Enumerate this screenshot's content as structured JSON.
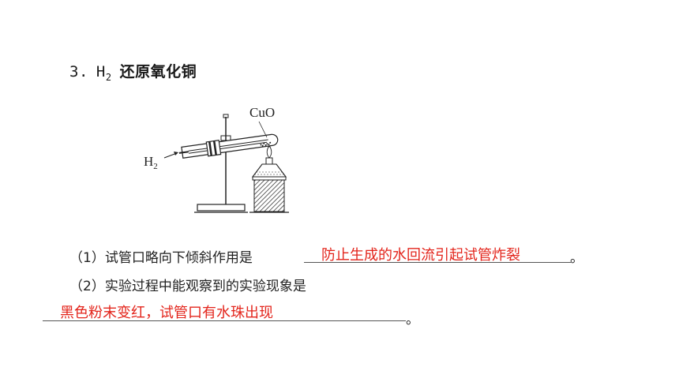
{
  "heading": {
    "number": "3.",
    "formula_base": "H",
    "formula_sub": "2",
    "title": "还原氧化铜"
  },
  "diagram": {
    "label_top": "CuO",
    "label_left_base": "H",
    "label_left_sub": "2"
  },
  "q1": {
    "prompt": "（1）试管口略向下倾斜作用是",
    "answer": "防止生成的水回流引起试管炸裂",
    "end": "。"
  },
  "q2": {
    "prompt": "（2）实验过程中能观察到的实验现象是",
    "answer": "黑色粉末变红，试管口有水珠出现",
    "end": "。"
  }
}
